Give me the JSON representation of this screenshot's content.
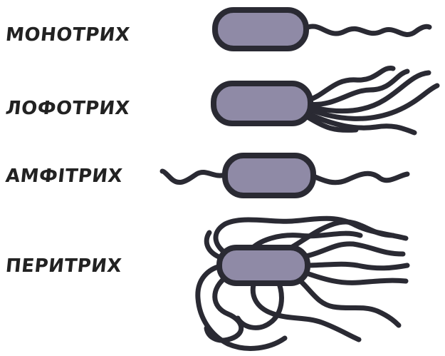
{
  "labels": {
    "monotrich": "МОНОТРИХ",
    "lophotrich": "ЛОФОТРИХ",
    "amphitrich": "АМФІТРИХ",
    "peritrich": "ПЕРИТРИХ"
  },
  "colors": {
    "cell_fill": "#8f8aa6",
    "outline": "#2a2a33",
    "text": "#222222",
    "background": "#ffffff"
  }
}
